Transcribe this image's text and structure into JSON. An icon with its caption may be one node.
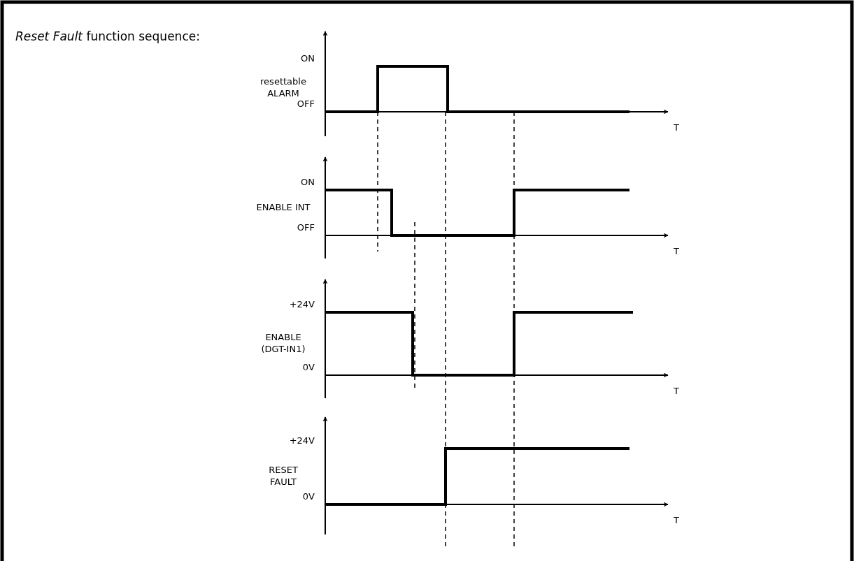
{
  "diagram": {
    "title": "*Reset Fault* function sequence:",
    "labels": [
      "ON",
      "resettable ALARM",
      "OFF",
      "T",
      "ON",
      "ENABLE INT",
      "OFF",
      "T",
      "+24V",
      "ENABLE (DGT-IN1)",
      "0V",
      "T",
      "+24V",
      "RESET FAULT",
      "0V",
      "T"
    ]
  }
}
